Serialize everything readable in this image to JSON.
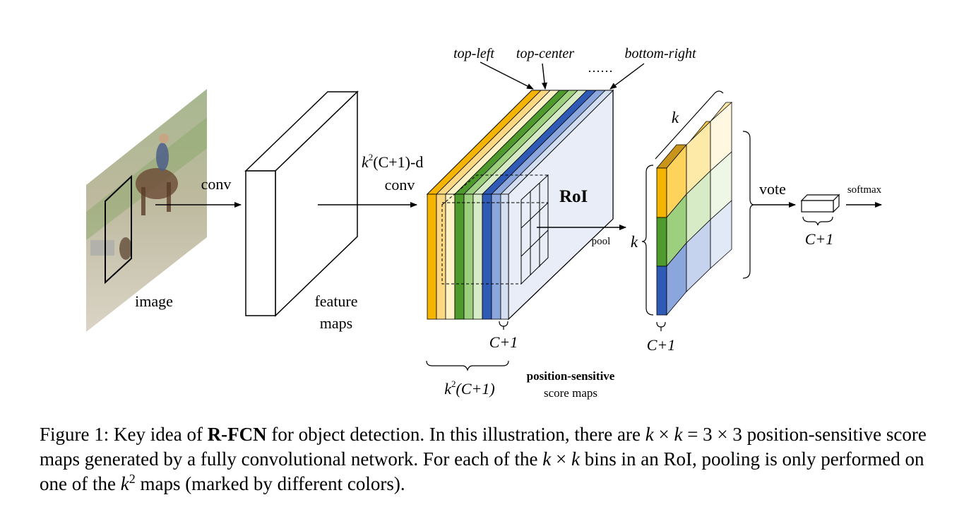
{
  "diagram": {
    "image_label": "image",
    "conv_label": "conv",
    "feature_maps_line1": "feature",
    "feature_maps_line2": "maps",
    "conv2_dim_k": "k",
    "conv2_dim_sup": "2",
    "conv2_dim_rest": "(C+1)-d",
    "conv2_label": "conv",
    "top_left": "top-left",
    "top_center": "top-center",
    "dots": "……",
    "bottom_right": "bottom-right",
    "roi": "RoI",
    "pool": "pool",
    "k_left": "k",
    "k_top": "k",
    "c1_under_maps": "C+1",
    "k2c1_k": "k",
    "k2c1_sup": "2",
    "k2c1_rest": "(C+1)",
    "ps_line1": "position-sensitive",
    "ps_line2": "score maps",
    "c1_under_grid": "C+1",
    "vote": "vote",
    "softmax": "softmax",
    "c1_under_box": "C+1",
    "colors": {
      "yellow_dark": "#f5b400",
      "yellow_mid": "#fdd882",
      "yellow_light": "#fff2c4",
      "green_dark": "#4f9a2c",
      "green_mid": "#9ccf7e",
      "green_light": "#d7ecc6",
      "blue_dark": "#2f5bb7",
      "blue_mid": "#8aa6dc",
      "blue_light": "#d4dff2",
      "back_face": "#e8edf8"
    }
  },
  "caption": {
    "p1": "Figure 1: Key idea of ",
    "bold": "R-FCN",
    "p2": " for object detection.  In this illustration, there are ",
    "k1": "k",
    "times1": " × ",
    "k2": "k",
    "eq": " = 3 × 3",
    "p3": " position-sensitive score maps generated by a fully convolutional network. For each of the ",
    "k3": "k",
    "times2": " × ",
    "k4": "k",
    "p4": " bins in an RoI, pooling is only performed on one of the ",
    "k5": "k",
    "sup": "2",
    "p5": " maps (marked by different colors)."
  }
}
